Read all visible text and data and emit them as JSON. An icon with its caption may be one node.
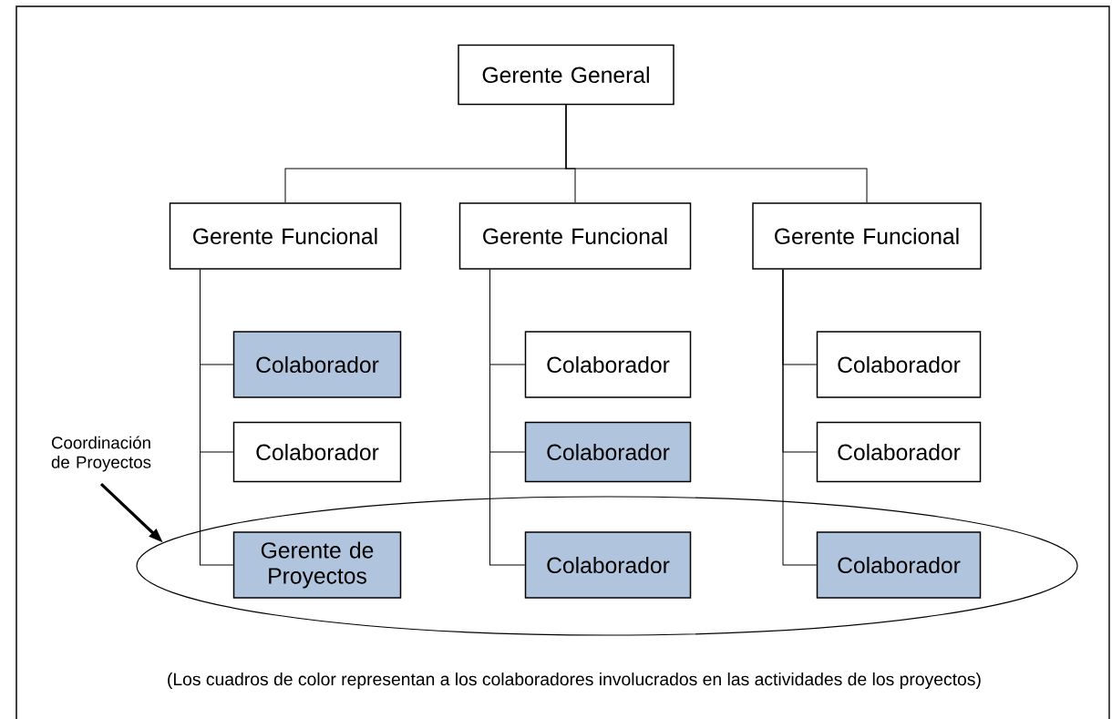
{
  "diagram": {
    "caption": "(Los cuadros de color representan a los colaboradores involucrados en las actividades de los proyectos)",
    "nodes": [
      {
        "text": [
          "Gerente General"
        ]
      },
      {
        "text": [
          "Gerente Funcional"
        ]
      },
      {
        "text": [
          "Gerente Funcional"
        ]
      },
      {
        "text": [
          "Gerente Funcional"
        ]
      },
      {
        "text": [
          "Colaborador"
        ]
      },
      {
        "text": [
          "Colaborador"
        ]
      },
      {
        "text": [
          "Colaborador"
        ]
      },
      {
        "text": [
          "Colaborador"
        ]
      },
      {
        "text": [
          "Colaborador"
        ]
      },
      {
        "text": [
          "Colaborador"
        ]
      },
      {
        "text": [
          "Coordinación de Proyectos"
        ]
      },
      {
        "text": [],
        "shape": "ellipse"
      },
      {
        "text": [
          "Gerente de Proyectos"
        ],
        "in": 11
      },
      {
        "text": [
          "Colaborador"
        ],
        "in": 11
      },
      {
        "text": [
          "Colaborador"
        ],
        "in": 11
      }
    ],
    "edges": [
      {
        "from": 0,
        "to": 1,
        "arrow": "none"
      },
      {
        "from": 0,
        "to": 2,
        "arrow": "none"
      },
      {
        "from": 0,
        "to": 3,
        "arrow": "none"
      },
      {
        "from": 1,
        "to": 4,
        "arrow": "none"
      },
      {
        "from": 1,
        "to": 5,
        "arrow": "none"
      },
      {
        "from": 1,
        "to": 12,
        "arrow": "none"
      },
      {
        "from": 2,
        "to": 6,
        "arrow": "none"
      },
      {
        "from": 2,
        "to": 7,
        "arrow": "none"
      },
      {
        "from": 2,
        "to": 13,
        "arrow": "none"
      },
      {
        "from": 3,
        "to": 8,
        "arrow": "none"
      },
      {
        "from": 3,
        "to": 9,
        "arrow": "none"
      },
      {
        "from": 3,
        "to": 14,
        "arrow": "none"
      },
      {
        "from": 10,
        "to": 11,
        "arrow": "to",
        "style": "thick"
      }
    ]
  }
}
